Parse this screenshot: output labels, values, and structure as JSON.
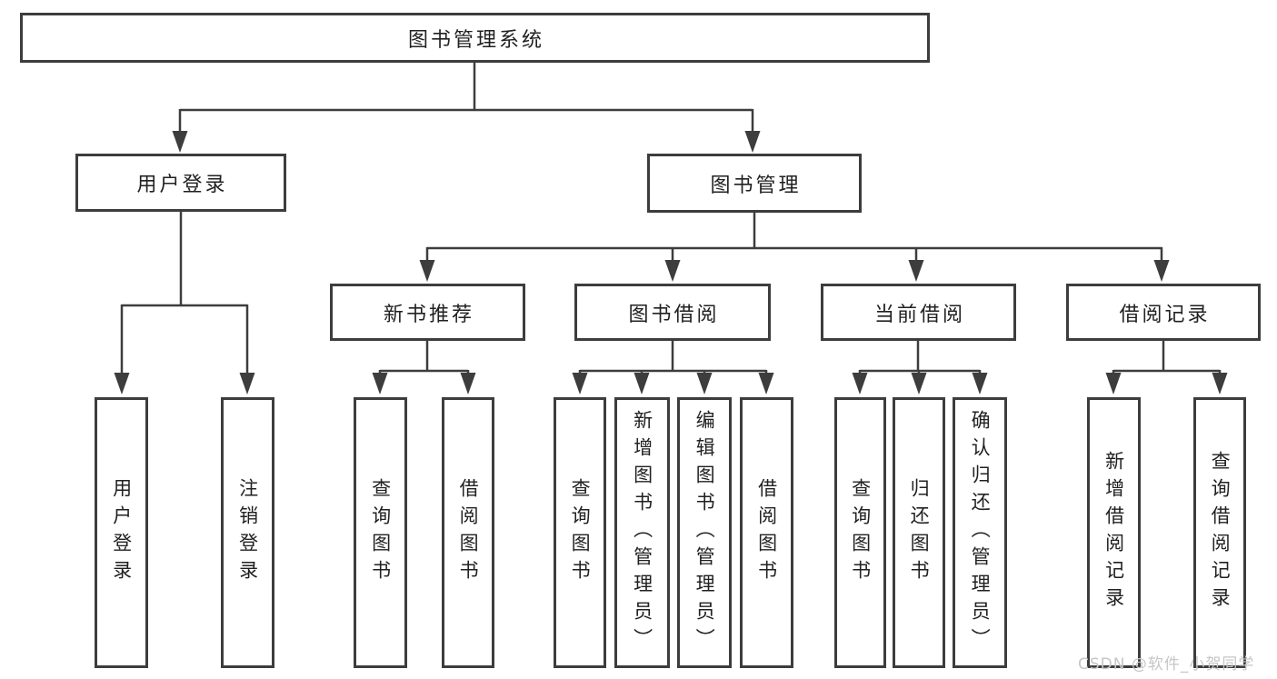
{
  "colors": {
    "line": "#3d3d3d",
    "text": "#212121",
    "background": "#ffffff",
    "watermark": "#c6c6c6"
  },
  "root": {
    "label": "图书管理系统"
  },
  "tree": {
    "user_login": {
      "label": "用户登录",
      "children": [
        {
          "label": "用户登录"
        },
        {
          "label": "注销登录"
        }
      ]
    },
    "book_management": {
      "label": "图书管理",
      "children": [
        {
          "label": "新书推荐",
          "children": [
            {
              "label": "查询图书"
            },
            {
              "label": "借阅图书"
            }
          ]
        },
        {
          "label": "图书借阅",
          "children": [
            {
              "label": "查询图书"
            },
            {
              "label": "新增图书（管理员）"
            },
            {
              "label": "编辑图书（管理员）"
            },
            {
              "label": "借阅图书"
            }
          ]
        },
        {
          "label": "当前借阅",
          "children": [
            {
              "label": "查询图书"
            },
            {
              "label": "归还图书"
            },
            {
              "label": "确认归还（管理员）"
            }
          ]
        },
        {
          "label": "借阅记录",
          "children": [
            {
              "label": "新增借阅记录"
            },
            {
              "label": "查询借阅记录"
            }
          ]
        }
      ]
    }
  },
  "watermark": "CSDN @软件_小贺同学"
}
